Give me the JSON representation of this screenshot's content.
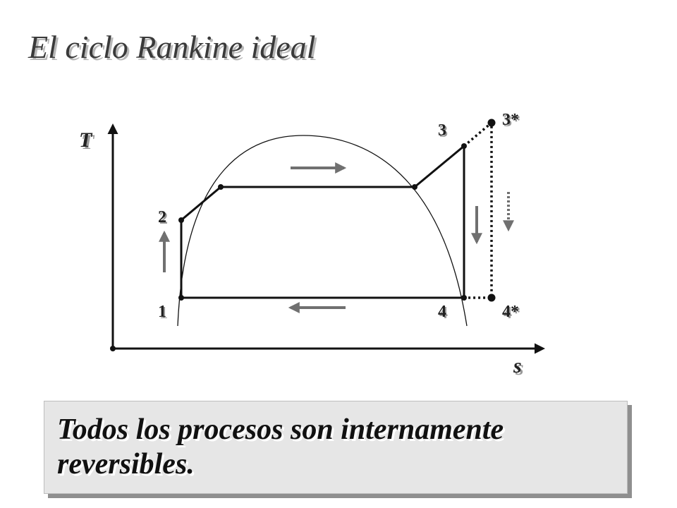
{
  "title": "El ciclo Rankine ideal",
  "axes": {
    "y_label": "T",
    "x_label": "s"
  },
  "states": {
    "s1": "1",
    "s2": "2",
    "s3": "3",
    "s3star": "3*",
    "s4": "4",
    "s4star": "4*"
  },
  "note": {
    "text": "Todos los procesos son internamente reversibles."
  },
  "colors": {
    "line": "#111111",
    "arrow": "#707070",
    "note_bg": "#e6e6e6",
    "title": "#3a3a3a"
  }
}
